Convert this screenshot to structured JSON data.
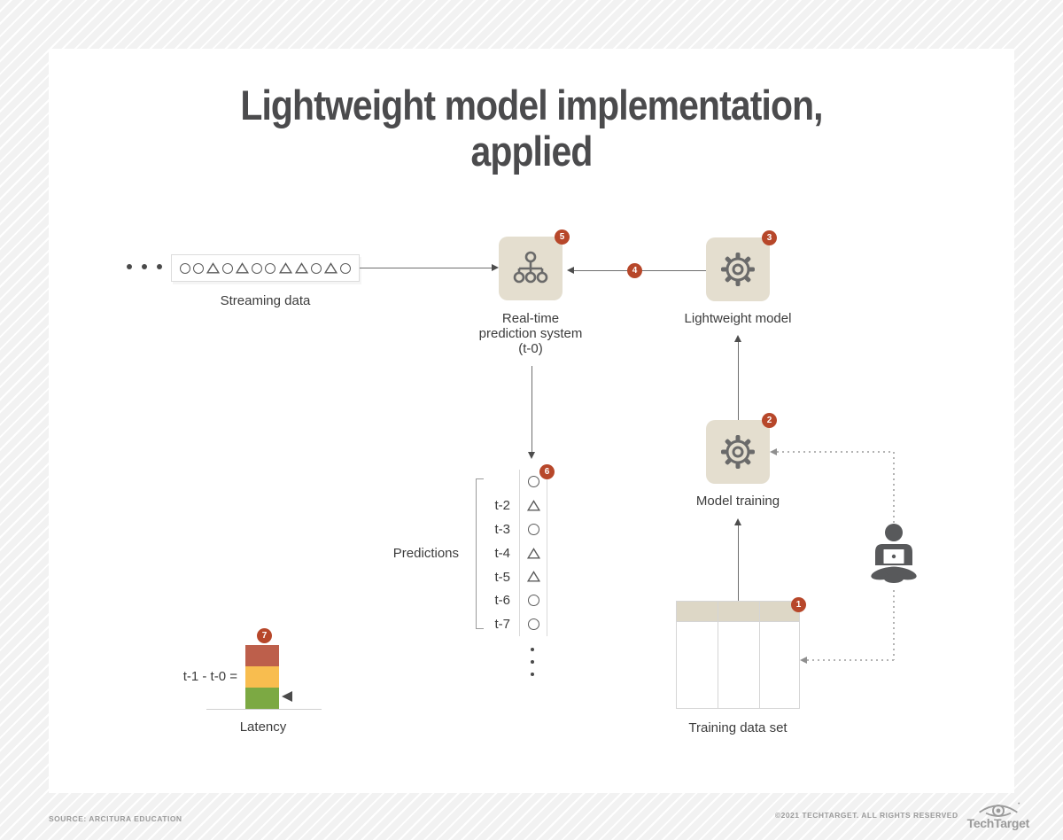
{
  "title": {
    "line1": "Lightweight model implementation,",
    "line2": "applied"
  },
  "colors": {
    "badge": "#b7472a",
    "box_bg": "#e4decf",
    "icon_gray": "#6a6a6a",
    "silhouette_gray": "#58595b"
  },
  "streaming": {
    "label": "Streaming data",
    "shapes": [
      "circle",
      "circle",
      "triangle",
      "circle",
      "triangle",
      "circle",
      "circle",
      "triangle",
      "triangle",
      "circle",
      "triangle",
      "circle"
    ]
  },
  "prediction_system": {
    "badge": "5",
    "label_lines": {
      "0": "Real-time",
      "1": "prediction system",
      "2": "(t-0)"
    },
    "icon": "hierarchy-icon"
  },
  "lightweight_model": {
    "badge": "3",
    "label": "Lightweight model",
    "icon": "gear-icon"
  },
  "flow": {
    "model_to_system_badge": "4"
  },
  "model_training": {
    "badge": "2",
    "label": "Model training",
    "icon": "gear-icon"
  },
  "training_data": {
    "badge": "1",
    "label": "Training data set",
    "columns": 3
  },
  "predictions": {
    "badge": "6",
    "label": "Predictions",
    "rows": [
      {
        "label": "",
        "shape": "circle"
      },
      {
        "label": "t-2",
        "shape": "triangle"
      },
      {
        "label": "t-3",
        "shape": "circle"
      },
      {
        "label": "t-4",
        "shape": "triangle"
      },
      {
        "label": "t-5",
        "shape": "triangle"
      },
      {
        "label": "t-6",
        "shape": "circle"
      },
      {
        "label": "t-7",
        "shape": "circle"
      }
    ]
  },
  "latency": {
    "badge": "7",
    "equation": "t-1 - t-0 =",
    "label": "Latency",
    "segments": [
      {
        "name": "high",
        "color": "#bd5f4b"
      },
      {
        "name": "medium",
        "color": "#f8bd4f"
      },
      {
        "name": "low",
        "color": "#7ca943"
      }
    ]
  },
  "person": {
    "name": "analyst"
  },
  "footer": {
    "source": "SOURCE: ARCITURA EDUCATION",
    "copyright": "©2021 TECHTARGET. ALL RIGHTS RESERVED",
    "brand": "TechTarget"
  }
}
